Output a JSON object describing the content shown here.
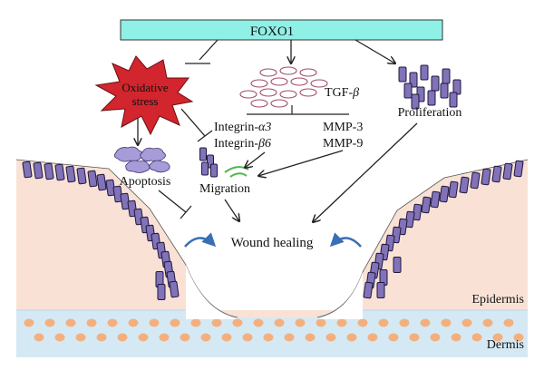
{
  "labels": {
    "foxo1": "FOXO1",
    "oxidative_line1": "Oxidative",
    "oxidative_line2": "stress",
    "tgf_prefix": "TGF-",
    "tgf_beta": "β",
    "integrin_a3_prefix": "Integrin-",
    "integrin_a3_greek": "α3",
    "integrin_b6_prefix": "Integrin-",
    "integrin_b6_greek": "β6",
    "mmp3": "MMP-3",
    "mmp9": "MMP-9",
    "proliferation": "Proliferation",
    "apoptosis": "Apoptosis",
    "migration": "Migration",
    "wound_healing": "Wound healing",
    "epidermis": "Epidermis",
    "dermis": "Dermis"
  },
  "colors": {
    "foxo1_box": "#8ff0e6",
    "starburst": "#d2252d",
    "tgf_ellipse_stroke": "#a04c6a",
    "cell_fill": "#8272b8",
    "cell_stroke": "#1d1840",
    "apoptosis_blob": "#a79bd8",
    "epidermis_fill": "#f9e2d5",
    "dermis_fill": "#d5e9f5",
    "dermis_dots": "#f3b07e",
    "rotate_arrow": "#3a6fb5",
    "migration_arc": "#4db84a"
  }
}
